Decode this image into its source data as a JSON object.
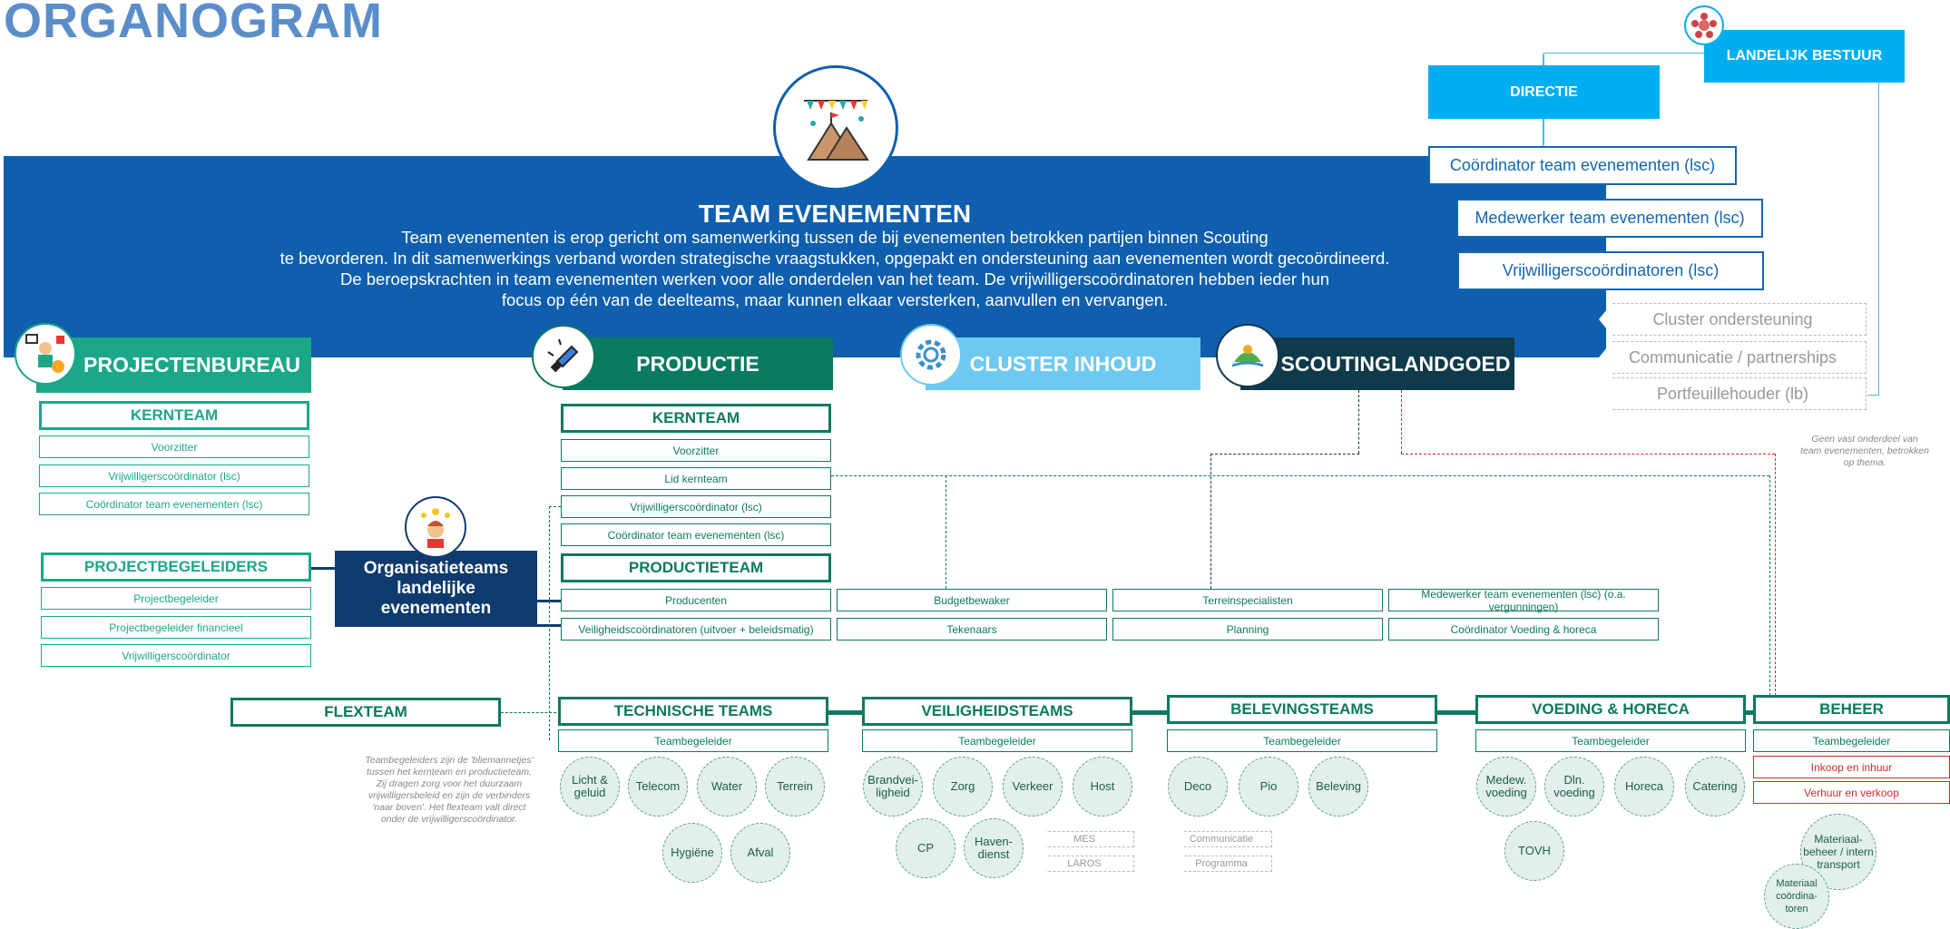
{
  "page_title": "ORGANOGRAM",
  "team": {
    "title": "TEAM EVENEMENTEN",
    "description": "Team evenementen is erop gericht om samenwerking tussen de bij evenementen betrokken partijen binnen Scouting\nte bevorderen. In dit samenwerkings verband worden strategische vraagstukken, opgepakt en ondersteuning aan evenementen wordt gecoördineerd.\nDe beroepskrachten in team evenementen werken voor alle onderdelen van het team. De vrijwilligerscoördinatoren hebben ieder hun\nfocus op één van de deelteams, maar kunnen elkaar versterken, aanvullen en vervangen."
  },
  "top_right": {
    "landelijk_bestuur": "LANDELIJK BESTUUR",
    "directie": "DIRECTIE",
    "roles": [
      "Coördinator team evenementen (lsc)",
      "Medewerker team evenementen (lsc)",
      "Vrijwilligerscoördinatoren (lsc)"
    ],
    "clusters": [
      "Cluster ondersteuning",
      "Communicatie / partnerships",
      "Portfeuillehouder (lb)"
    ],
    "note": "Geen vast onderdeel van\nteam evenementen, betrokken\nop thema."
  },
  "departments": {
    "projectenbureau": "PROJECTENBUREAU",
    "productie": "PRODUCTIE",
    "cluster_inhoud": "CLUSTER INHOUD",
    "scoutinglandgoed": "SCOUTINGLANDGOED"
  },
  "projectenbureau": {
    "kernteam": "KERNTEAM",
    "kernteam_roles": [
      "Voorzitter",
      "Vrijwilligerscoördinator (lsc)",
      "Coördinator team evenementen (lsc)"
    ],
    "begeleiders": "PROJECTBEGELEIDERS",
    "begeleiders_roles": [
      "Projectbegeleider",
      "Projectbegeleider financieel",
      "Vrijwilligerscoördinator"
    ]
  },
  "organisatieteams": "Organisatieteams landelijke evenementen",
  "productie": {
    "kernteam": "KERNTEAM",
    "kernteam_roles": [
      "Voorzitter",
      "Lid kernteam",
      "Vrijwilligerscoördinator (lsc)",
      "Coördinator team evenementen (lsc)"
    ],
    "productieteam": "PRODUCTIETEAM",
    "row1": [
      "Producenten",
      "Budgetbewaker",
      "Terreinspecialisten",
      "Medewerker team evenementen (lsc) (o.a. vergunningen)"
    ],
    "row2": [
      "Veiligheidscoördinatoren (uitvoer + beleidsmatig)",
      "Tekenaars",
      "Planning",
      "Coördinator Voeding & horeca"
    ]
  },
  "flexteam": "FLEXTEAM",
  "flex_note": "Teambegeleiders zijn de 'bliemannetjes'\ntussen het kernteam en productieteam.\nZij dragen zorg voor het duurzaam\nvrijwilligersbeleid en zijn de verbinders\n'naar boven'. Het flexteam valt direct\nonder de vrijwilligerscoördinator.",
  "teams": [
    {
      "name": "TECHNISCHE TEAMS",
      "sub": "Teambegeleider"
    },
    {
      "name": "VEILIGHEIDSTEAMS",
      "sub": "Teambegeleider"
    },
    {
      "name": "BELEVINGSTEAMS",
      "sub": "Teambegeleider"
    },
    {
      "name": "VOEDING & HORECA",
      "sub": "Teambegeleider"
    },
    {
      "name": "BEHEER",
      "sub": "Teambegeleider"
    }
  ],
  "beheer_extra": [
    "Inkoop en inhuur",
    "Verhuur en verkoop"
  ],
  "circles": {
    "technisch": [
      "Licht & geluid",
      "Telecom",
      "Water",
      "Terrein",
      "Hygiëne",
      "Afval"
    ],
    "veiligheid": [
      "Brandvei-ligheid",
      "Zorg",
      "Verkeer",
      "Host",
      "CP",
      "Haven-dienst"
    ],
    "beleving": [
      "Deco",
      "Pio",
      "Beleving"
    ],
    "voeding": [
      "Medew. voeding",
      "Dln. voeding",
      "Horeca",
      "Catering",
      "TOVH"
    ],
    "beheer": [
      "Materiaal-beheer / intern transport",
      "Materiaal coördina-toren"
    ]
  },
  "arrow_labels": {
    "veiligheid": [
      "MES",
      "LAROS"
    ],
    "beleving": [
      "Communicatie",
      "Programma"
    ]
  },
  "colors": {
    "band_blue": "#0f5fae",
    "teal": "#1aa889",
    "green": "#0b7a5e",
    "light_blue": "#6ec9f0",
    "dark_navy": "#0f3a4a",
    "cyan": "#00aeef"
  }
}
